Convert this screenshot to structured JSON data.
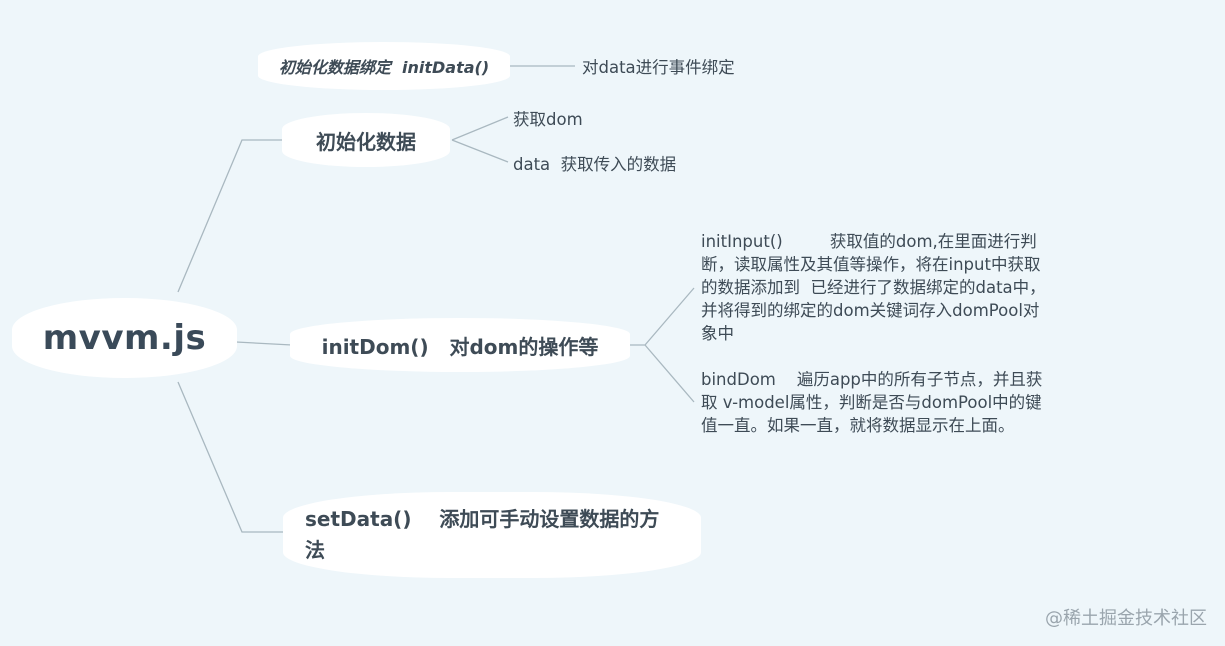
{
  "root": {
    "label": "mvvm.js"
  },
  "branches": {
    "init_binding": {
      "label": "初始化数据绑定  initData()",
      "children": [
        "对data进行事件绑定"
      ]
    },
    "init_data": {
      "label": "初始化数据",
      "children": [
        "获取dom",
        "data  获取传入的数据"
      ]
    },
    "init_dom": {
      "label": "initDom()   对dom的操作等",
      "children": [
        "initInput()         获取值的dom,在里面进行判\n断，读取属性及其值等操作，将在input中获取\n的数据添加到  已经进行了数据绑定的data中，\n并将得到的绑定的dom关键词存入domPool对\n象中",
        "bindDom    遍历app中的所有子节点，并且获\n取 v-model属性，判断是否与domPool中的键\n值一直。如果一直，就将数据显示在上面。"
      ]
    },
    "set_data": {
      "label": "setData()    添加可手动设置数据的方\n法"
    }
  },
  "watermark": "@稀土掘金技术社区",
  "colors": {
    "background": "#eef6fa",
    "node_fill": "#ffffff",
    "text": "#3e4b56",
    "connector": "#a9b8c0",
    "watermark": "#9aa5ad"
  }
}
